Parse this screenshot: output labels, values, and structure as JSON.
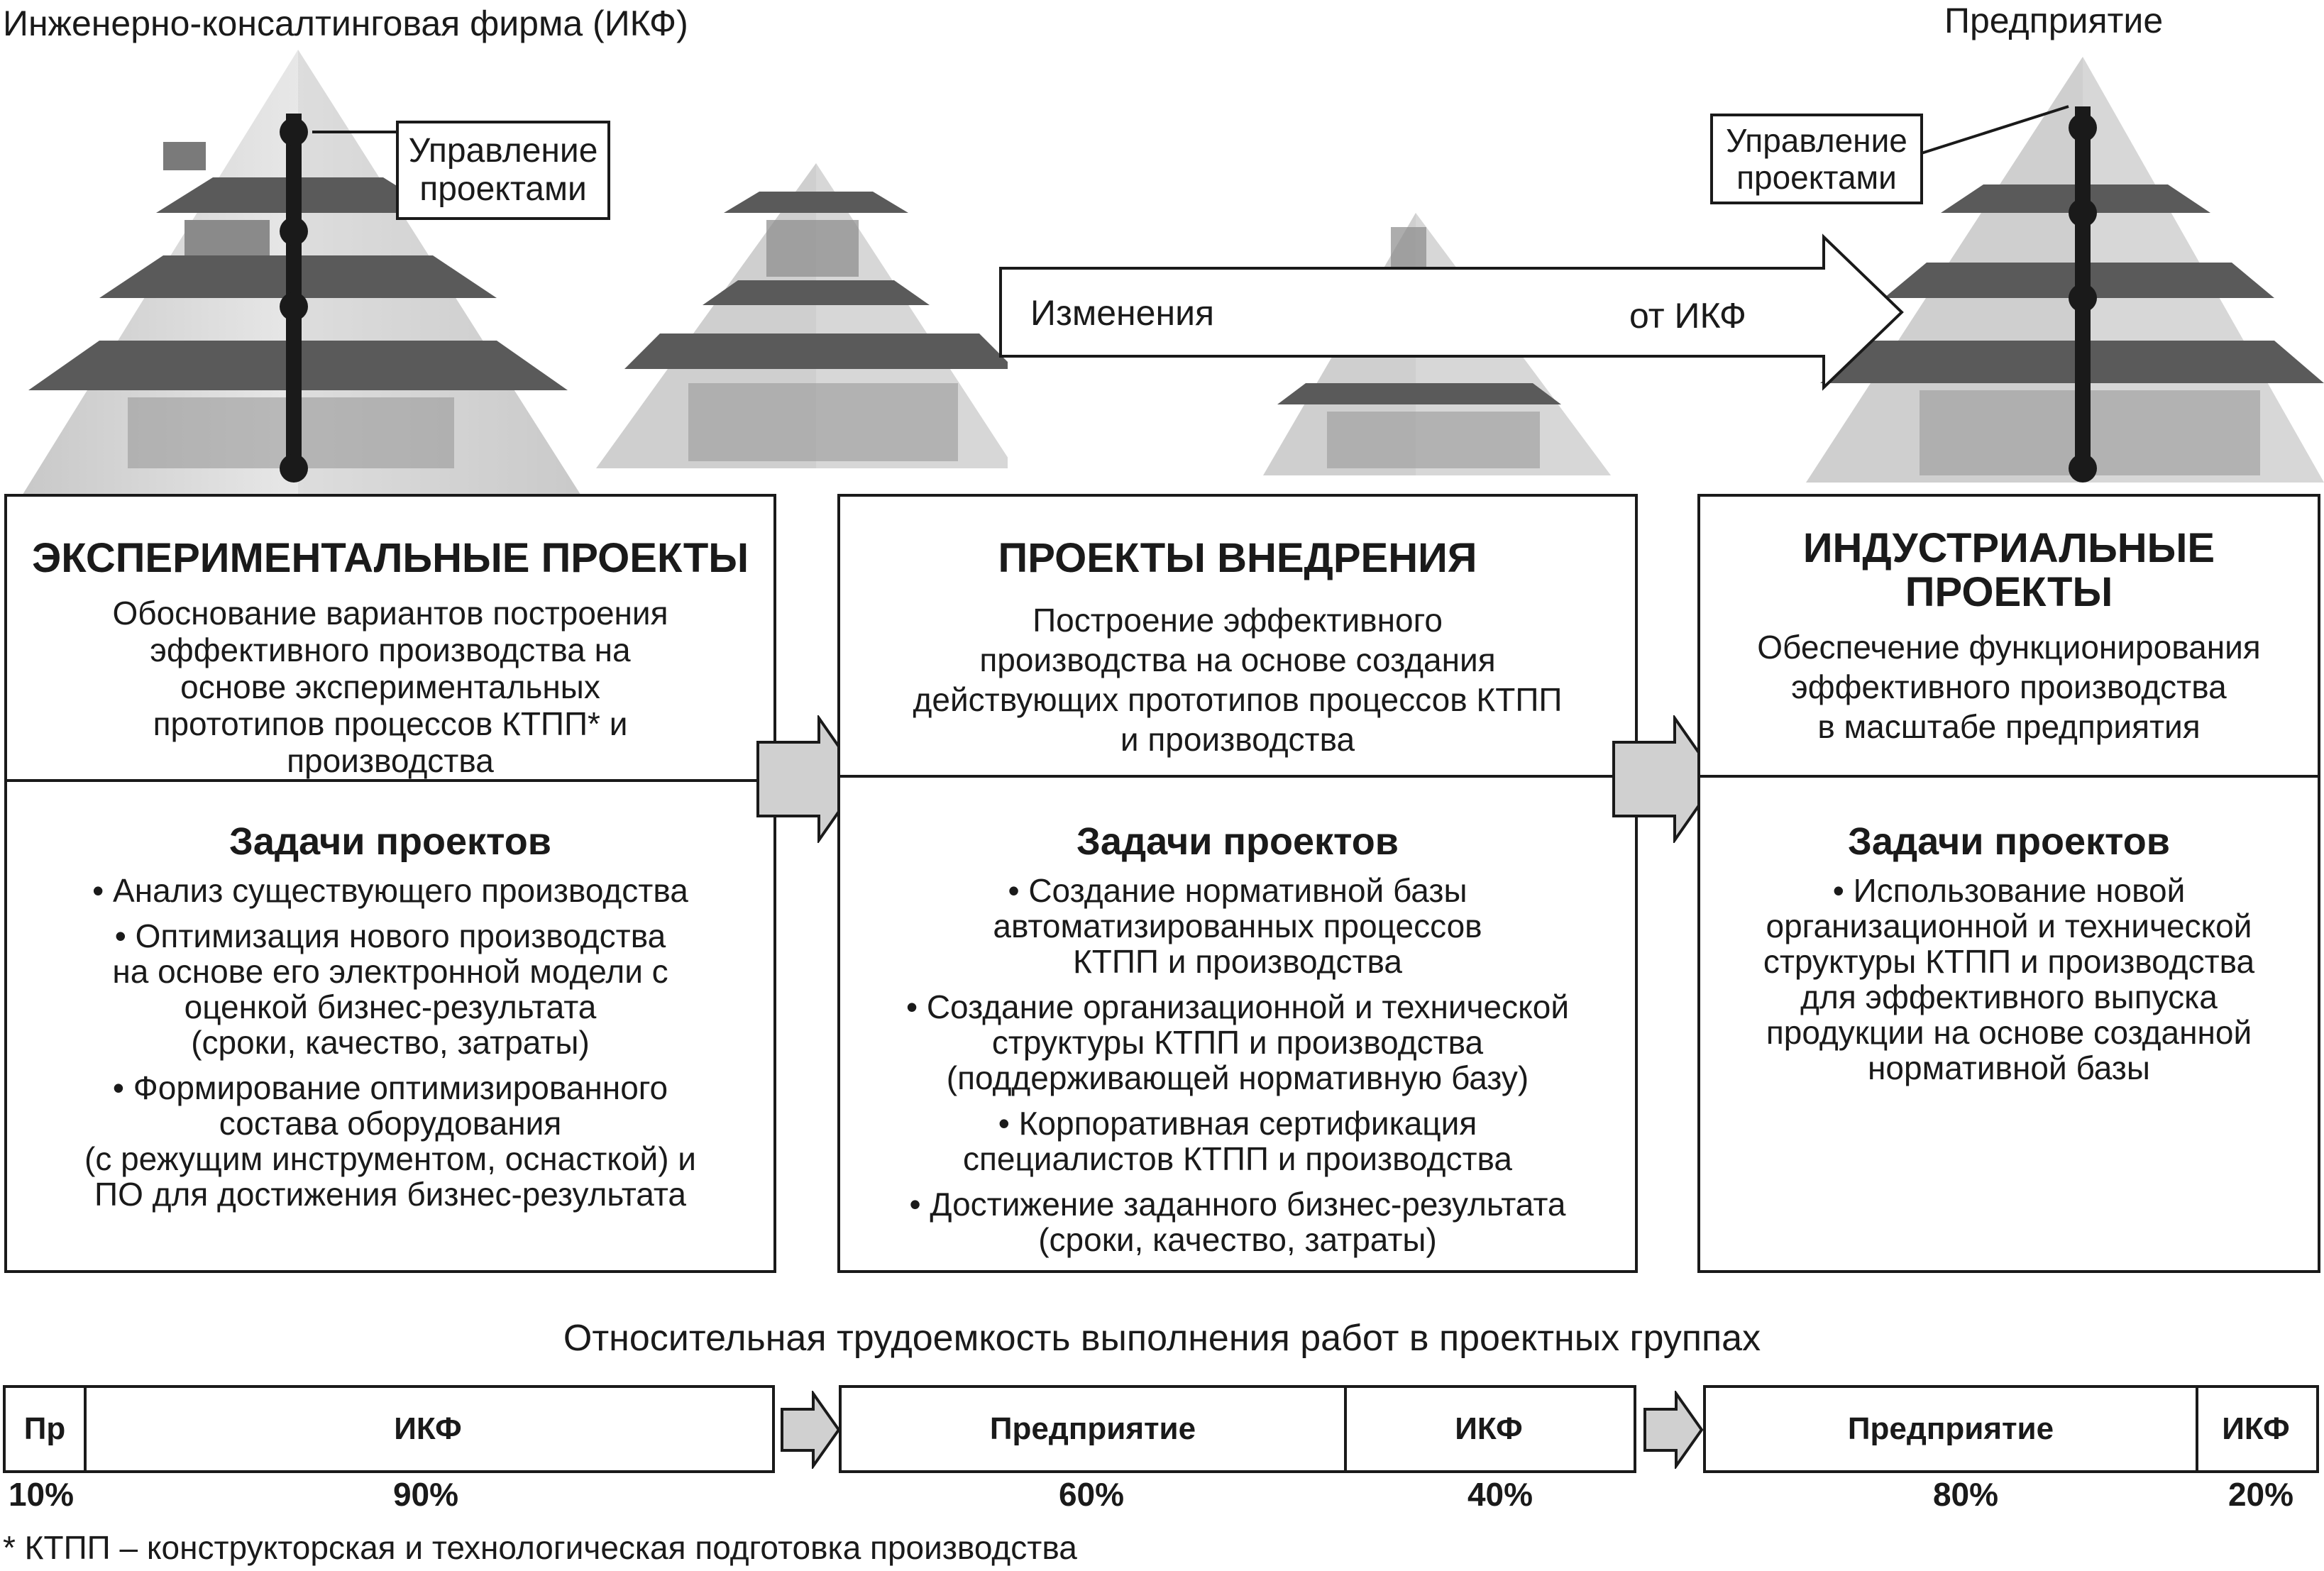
{
  "header": {
    "left": "Инженерно-консалтинговая фирма (ИКФ)",
    "right": "Предприятие"
  },
  "callouts": {
    "pm_left": [
      "Управление",
      "проектами"
    ],
    "pm_right": [
      "Управление",
      "проектами"
    ]
  },
  "transition": {
    "label_left": "Изменения",
    "label_right": "от ИКФ"
  },
  "cards": [
    {
      "title": "ЭКСПЕРИМЕНТАЛЬНЫЕ ПРОЕКТЫ",
      "desc": [
        "Обоснование вариантов построения",
        "эффективного производства на",
        "основе экспериментальных",
        "прототипов процессов КТПП* и",
        "производства"
      ],
      "tasks_title": "Задачи проектов",
      "tasks": [
        [
          "• Анализ существующего производства"
        ],
        [
          "• Оптимизация нового производства",
          "на основе его электронной модели с",
          "оценкой бизнес-результата",
          "(сроки, качество, затраты)"
        ],
        [
          "• Формирование оптимизированного",
          "состава оборудования",
          "(с режущим инструментом, оснасткой) и",
          "ПО для достижения бизнес-результата"
        ]
      ]
    },
    {
      "title": "ПРОЕКТЫ ВНЕДРЕНИЯ",
      "desc": [
        "Построение эффективного",
        "производства на основе создания",
        "действующих прототипов процессов КТПП",
        "и производства"
      ],
      "tasks_title": "Задачи проектов",
      "tasks": [
        [
          "• Создание нормативной базы",
          "автоматизированных процессов",
          "КТПП и производства"
        ],
        [
          "• Создание организационной и технической",
          "структуры КТПП и производства",
          "(поддерживающей нормативную базу)"
        ],
        [
          "• Корпоративная сертификация",
          "специалистов КТПП и производства"
        ],
        [
          "• Достижение заданного бизнес-результата",
          "(сроки, качество, затраты)"
        ]
      ]
    },
    {
      "title": "ИНДУСТРИАЛЬНЫЕ ПРОЕКТЫ",
      "title_lines": [
        "ИНДУСТРИАЛЬНЫЕ",
        "ПРОЕКТЫ"
      ],
      "desc": [
        "Обеспечение функционирования",
        "эффективного производства",
        "в масштабе предприятия"
      ],
      "tasks_title": "Задачи проектов",
      "tasks": [
        [
          "• Использование новой",
          "организационной и технической",
          "структуры КТПП и производства",
          "для эффективного выпуска",
          "продукции на основе созданной",
          "нормативной базы"
        ]
      ]
    }
  ],
  "workload": {
    "title": "Относительная трудоемкость выполнения работ в проектных группах",
    "groups": [
      {
        "segments": [
          {
            "label": "Пр",
            "pct": "10%"
          },
          {
            "label": "ИКФ",
            "pct": "90%"
          }
        ]
      },
      {
        "segments": [
          {
            "label": "Предприятие",
            "pct": "60%"
          },
          {
            "label": "ИКФ",
            "pct": "40%"
          }
        ]
      },
      {
        "segments": [
          {
            "label": "Предприятие",
            "pct": "80%"
          },
          {
            "label": "ИКФ",
            "pct": "20%"
          }
        ]
      }
    ]
  },
  "footnote": "* КТПП – конструкторская и технологическая подготовка производства",
  "colors": {
    "line": "#1a1a1a",
    "arrow_fill": "#d0d0d0",
    "pyramid_dark": "#4a4a4a",
    "pyramid_light": "#bdbdbd"
  }
}
